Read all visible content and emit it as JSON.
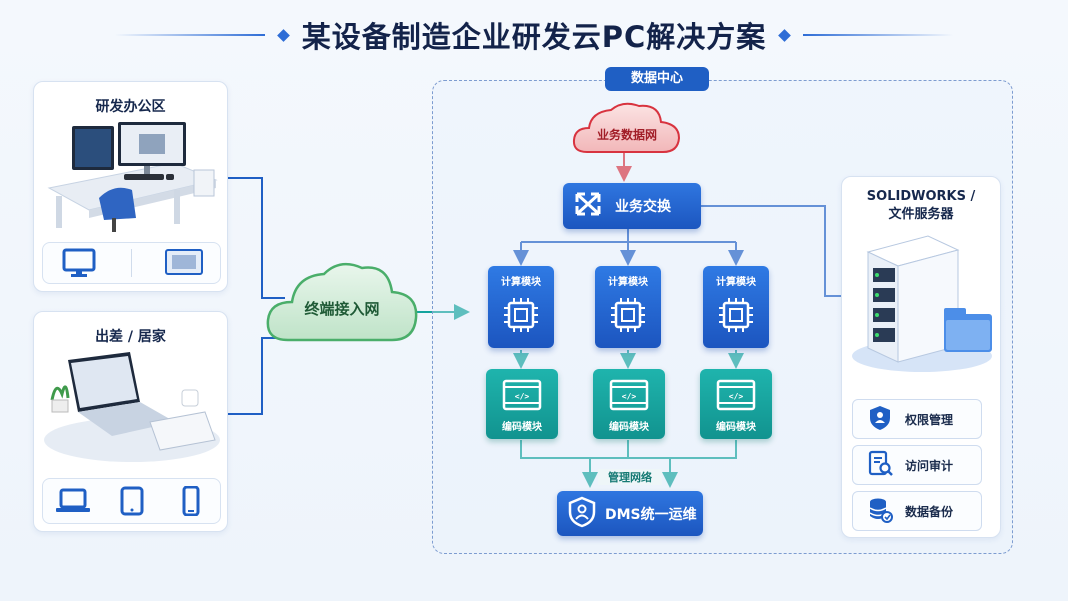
{
  "title": "某设备制造企业研发云PC解决方案",
  "office": {
    "label": "研发办公区"
  },
  "remote": {
    "label": "出差 / 居家"
  },
  "access_cloud": {
    "label": "终端接入网"
  },
  "data_center": {
    "label": "数据中心",
    "business_net": "业务数据网",
    "switch": "业务交换",
    "compute_modules": [
      "计算模块",
      "计算模块",
      "计算模块"
    ],
    "encode_modules": [
      "编码模块",
      "编码模块",
      "编码模块"
    ],
    "mgmt_net": "管理网络",
    "dms": "DMS统一运维"
  },
  "server": {
    "title_line1": "SOLIDWORKS /",
    "title_line2": "文件服务器",
    "features": [
      "权限管理",
      "访问审计",
      "数据备份"
    ]
  },
  "colors": {
    "primary": "#1f5fc4",
    "teal": "#14a39d",
    "red": "#d8333f",
    "green": "#2f9a5a"
  }
}
